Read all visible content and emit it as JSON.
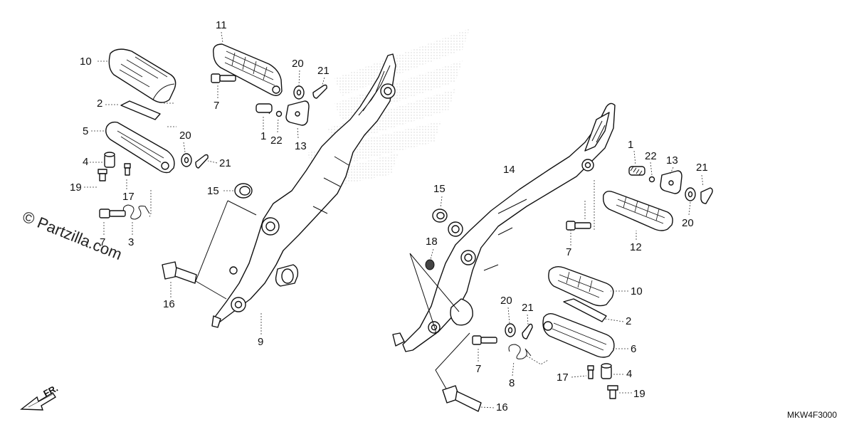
{
  "diagram_code": "MKW4F3000",
  "watermark": "© Partzilla.com",
  "direction_label": "FR.",
  "callouts": [
    "1",
    "2",
    "3",
    "4",
    "5",
    "6",
    "7",
    "8",
    "9",
    "10",
    "11",
    "12",
    "13",
    "14",
    "15",
    "16",
    "17",
    "18",
    "19",
    "20",
    "21",
    "22"
  ],
  "parts": {
    "spring_1": "1",
    "plate_2": "2",
    "spring_3": "3",
    "collar_4": "4",
    "step_5": "5",
    "step_6": "6",
    "pin_7": "7",
    "spring_8": "8",
    "holder_9": "9",
    "rubber_10": "10",
    "step_11": "11",
    "step_12": "12",
    "plate_13": "13",
    "holder_14": "14",
    "cap_15": "15",
    "bolt_16": "16",
    "bolt_17": "17",
    "clip_18": "18",
    "bolt_19": "19",
    "washer_20": "20",
    "pin_21": "21",
    "ball_22": "22"
  },
  "colors": {
    "line": "#111111",
    "background": "#ffffff",
    "watermark_dots": "#d0d0d0"
  }
}
